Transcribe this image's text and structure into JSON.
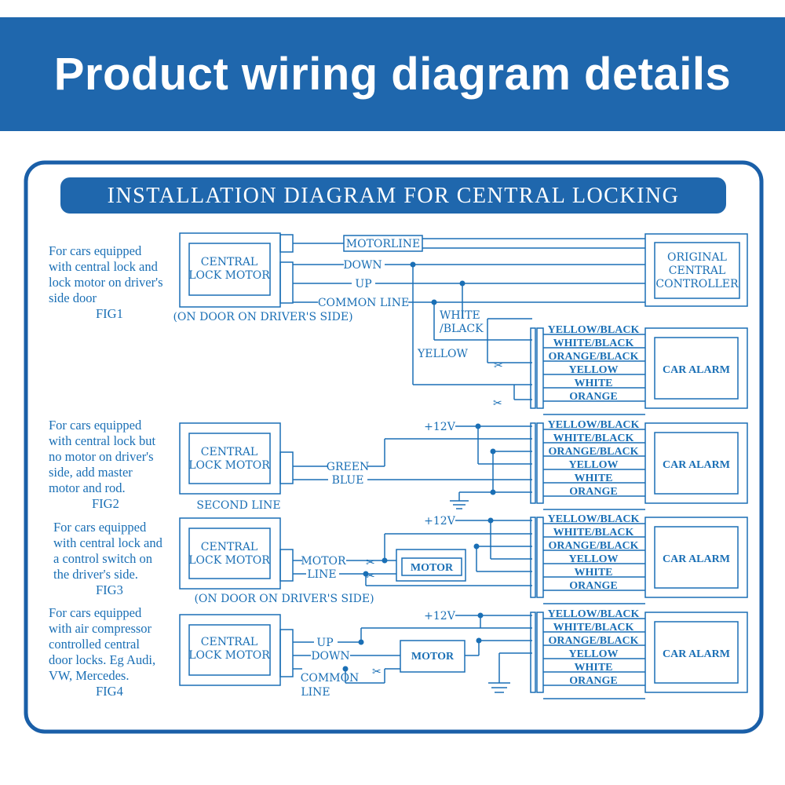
{
  "header": {
    "title": "Product wiring diagram details"
  },
  "diagram": {
    "title": "INSTALLATION DIAGRAM FOR CENTRAL LOCKING",
    "fig1": {
      "desc": [
        "For cars equipped",
        "with central lock and",
        "lock motor on driver's",
        "side door",
        "FIG1"
      ],
      "module": [
        "CENTRAL",
        "LOCK MOTOR"
      ],
      "caption": "(ON DOOR ON DRIVER'S  SIDE)",
      "wires": [
        "MOTORLINE",
        "DOWN",
        "UP",
        "COMMON LINE"
      ],
      "controller": [
        "ORIGINAL",
        "CENTRAL",
        "CONTROLLER"
      ],
      "labels": {
        "white_black": [
          "WHITE",
          "/BLACK"
        ],
        "yellow": "YELLOW"
      }
    },
    "fig2": {
      "desc": [
        "For cars equipped",
        "with central lock but",
        "no motor on driver's",
        "side, add master",
        "motor and rod.",
        "FIG2"
      ],
      "module": [
        "CENTRAL",
        "LOCK MOTOR"
      ],
      "caption": "SECOND LINE",
      "wires": [
        "GREEN",
        "BLUE"
      ],
      "power": "+12V"
    },
    "fig3": {
      "desc": [
        "For cars equipped",
        "with central lock and",
        "a control switch on",
        "the driver's side.",
        "FIG3"
      ],
      "module": [
        "CENTRAL",
        "LOCK MOTOR"
      ],
      "caption": "(ON DOOR ON DRIVER'S SIDE)",
      "wires": [
        "MOTOR",
        "LINE"
      ],
      "motor": "MOTOR",
      "power": "+12V"
    },
    "fig4": {
      "desc": [
        "For cars equipped",
        "with air compressor",
        "controlled central",
        "door locks. Eg Audi,",
        "VW, Mercedes.",
        "FIG4"
      ],
      "module": [
        "CENTRAL",
        "LOCK MOTOR"
      ],
      "wires": [
        "UP",
        "DOWN",
        "COMMON",
        "LINE"
      ],
      "motor": "MOTOR",
      "power": "+12V"
    },
    "alarm": {
      "label": "CAR ALARM",
      "wires": [
        "YELLOW/BLACK",
        "WHITE/BLACK",
        "ORANGE/BLACK",
        "YELLOW",
        "WHITE",
        "ORANGE"
      ]
    },
    "colors": {
      "banner": "#1f67ad",
      "line": "#1a6fb5",
      "frame": "#1a5fa8"
    }
  }
}
